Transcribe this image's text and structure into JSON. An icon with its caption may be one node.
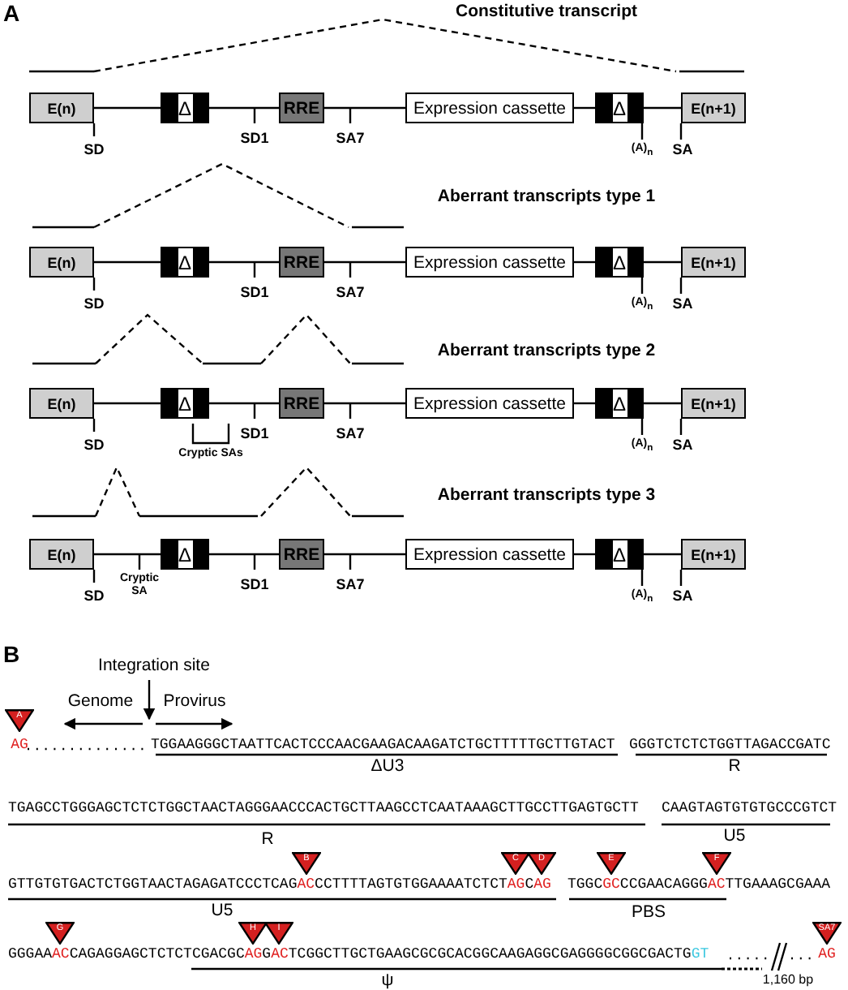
{
  "diagram": {
    "nodes": [
      {
        "text": [
          "E(n)"
        ],
        "beside": [
          "SD"
        ]
      },
      {
        "text": [
          "Δ"
        ]
      },
      {
        "text": [
          "RRE"
        ]
      },
      {
        "text": [
          "Expression cassette"
        ]
      },
      {
        "text": [
          "Δ"
        ],
        "beside": [
          "(A)$_{n}$"
        ]
      },
      {
        "text": [
          "E(n+1)"
        ],
        "beside": [
          "SA"
        ]
      },
      {
        "text": [
          "E(n)"
        ],
        "beside": [
          "SD"
        ]
      },
      {
        "text": [
          "Δ"
        ]
      },
      {
        "text": [
          "RRE"
        ]
      },
      {
        "text": [
          "Expression cassette"
        ]
      },
      {
        "text": [
          "Δ"
        ],
        "beside": [
          "(A)$_{n}$"
        ]
      },
      {
        "text": [
          "E(n+1)"
        ],
        "beside": [
          "SA"
        ]
      },
      {
        "text": [
          "E(n)"
        ],
        "beside": [
          "SD"
        ]
      },
      {
        "text": [
          "Δ"
        ]
      },
      {
        "text": [
          "RRE"
        ]
      },
      {
        "text": [
          "Expression cassette"
        ]
      },
      {
        "text": [
          "Δ"
        ],
        "beside": [
          "(A)$_{n}$"
        ]
      },
      {
        "text": [
          "E(n+1)"
        ],
        "beside": [
          "SA"
        ]
      },
      {
        "text": [
          "E(n)"
        ],
        "beside": [
          "SD"
        ]
      },
      {
        "text": [
          "Δ"
        ]
      },
      {
        "text": [
          "RRE"
        ]
      },
      {
        "text": [
          "Expression cassette"
        ]
      },
      {
        "text": [
          "Δ"
        ],
        "beside": [
          "(A)$_{n}$"
        ]
      },
      {
        "text": [
          "E(n+1)"
        ],
        "beside": [
          "SA"
        ]
      },
      {
        "text": [
          "A"
        ],
        "beside": [
          "AG"
        ]
      },
      {
        "text": [
          "B"
        ]
      },
      {
        "text": [
          "C"
        ]
      },
      {
        "text": [
          "D"
        ]
      },
      {
        "text": [
          "E"
        ]
      },
      {
        "text": [
          "F"
        ]
      },
      {
        "text": [
          "G"
        ]
      },
      {
        "text": [
          "H"
        ]
      },
      {
        "text": [
          "I"
        ]
      },
      {
        "text": [
          "SA7"
        ],
        "beside": [
          "AG"
        ]
      }
    ],
    "edges": [
      {
        "from": 0,
        "to": 1,
        "arrow": "none"
      },
      {
        "from": 1,
        "to": 2,
        "arrow": "none"
      },
      {
        "from": 2,
        "to": 3,
        "arrow": "none"
      },
      {
        "from": 3,
        "to": 4,
        "arrow": "none"
      },
      {
        "from": 4,
        "to": 5,
        "arrow": "none"
      },
      {
        "from": 6,
        "to": 7,
        "arrow": "none"
      },
      {
        "from": 7,
        "to": 8,
        "arrow": "none"
      },
      {
        "from": 8,
        "to": 9,
        "arrow": "none"
      },
      {
        "from": 9,
        "to": 10,
        "arrow": "none"
      },
      {
        "from": 10,
        "to": 11,
        "arrow": "none"
      },
      {
        "from": 12,
        "to": 13,
        "arrow": "none"
      },
      {
        "from": 13,
        "to": 14,
        "arrow": "none"
      },
      {
        "from": 14,
        "to": 15,
        "arrow": "none"
      },
      {
        "from": 15,
        "to": 16,
        "arrow": "none"
      },
      {
        "from": 16,
        "to": 17,
        "arrow": "none"
      },
      {
        "from": 18,
        "to": 19,
        "arrow": "none"
      },
      {
        "from": 19,
        "to": 20,
        "arrow": "none"
      },
      {
        "from": 20,
        "to": 21,
        "arrow": "none"
      },
      {
        "from": 21,
        "to": 22,
        "arrow": "none"
      },
      {
        "from": 22,
        "to": 23,
        "arrow": "none"
      }
    ],
    "labels": [
      "A",
      "Constitutive transcript",
      "SD1",
      "SA7",
      "Aberrant transcripts type 1",
      "SD1",
      "SA7",
      "Aberrant transcripts type 2",
      "SD1",
      "SA7",
      "Cryptic SAs",
      "Aberrant transcripts type 3",
      "SD1",
      "SA7",
      "Cryptic SA",
      "B",
      "Integration site",
      "Genome",
      "Provirus",
      "TGGAAGGGCTAATTCACTCCCAACGAAGACAAGATCTGCTTTTTGCTTGTACT",
      "GGGTCTCTCTGGTTAGACCGATC",
      "ΔU3",
      "R",
      "TGAGCCTGGGAGCTCTCTGGCTAACTAGGGAACCCACTGCTTAAGCCTCAATAAAGCTTGCCTTGAGTGCTT",
      "CAAGTAGTGTGTGCCCGTCT",
      "R",
      "U5",
      "GTTGTGTGACTCTGGTAACTAGAGATCCCTCAGACCCTTTTAGTGTGGAAAATCTCTAGCAG",
      "TGGCGCCCGAACAGGGACTTGAAAGCGAAA",
      "U5",
      "PBS",
      "GGGAAACCAGAGGAGCTCTCTCGACGCAGGACTCGGCTTGCTGAAGCGCGCACGGCAAGAGGCGAGGGGCGGCGACTGGT",
      "ψ",
      "1,160 bp"
    ]
  }
}
